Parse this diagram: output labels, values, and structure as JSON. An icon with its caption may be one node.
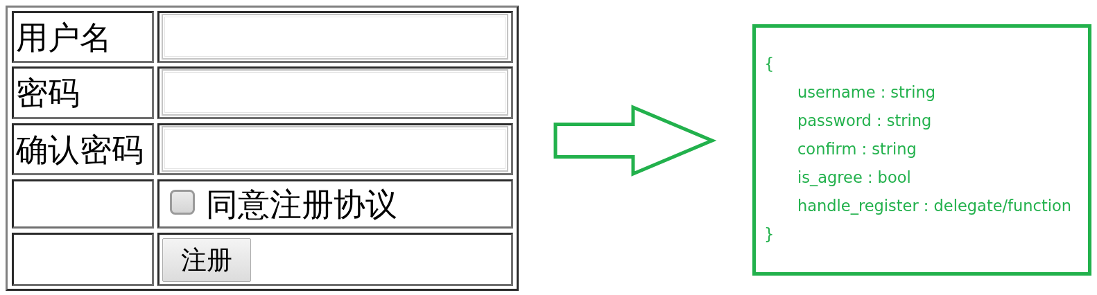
{
  "diagram": {
    "nodes": [
      {
        "text": [],
        "shape": "box"
      },
      {
        "text": [
          "用户名"
        ],
        "in": 0
      },
      {
        "text": [],
        "shape": "box",
        "in": 0
      },
      {
        "text": [
          "密码"
        ],
        "in": 0
      },
      {
        "text": [],
        "shape": "box",
        "in": 0
      },
      {
        "text": [
          "确认密码"
        ],
        "in": 0
      },
      {
        "text": [],
        "shape": "box",
        "in": 0
      },
      {
        "text": [],
        "shape": "box",
        "in": 0
      },
      {
        "text": [
          "同意注册协议"
        ],
        "in": 0
      },
      {
        "text": [],
        "shape": "box",
        "in": 0
      },
      {
        "text": [
          "注册"
        ],
        "in": 0
      },
      {
        "text": [
          "{",
          "username : string",
          "password : string",
          "confirm : string",
          "is_agree : bool",
          "handle_register : delegate/function",
          "}"
        ]
      }
    ],
    "edges": [
      {
        "from": 0,
        "to": 11,
        "arrow": "to"
      }
    ]
  }
}
